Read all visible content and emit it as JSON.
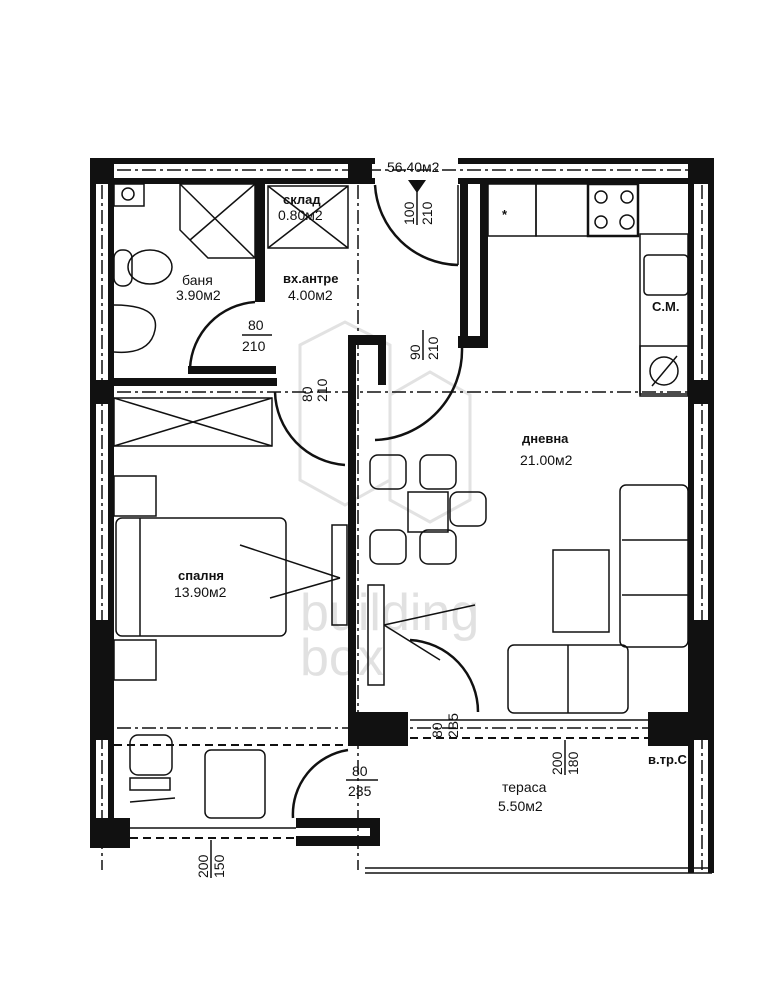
{
  "plan": {
    "total_area": "56.40м2",
    "rooms": {
      "storage": {
        "name": "склад",
        "area": "0.80м2"
      },
      "bathroom": {
        "name": "баня",
        "area": "3.90м2"
      },
      "entrance": {
        "name": "вх.антре",
        "area": "4.00м2"
      },
      "living": {
        "name": "дневна",
        "area": "21.00м2"
      },
      "bedroom": {
        "name": "спалня",
        "area": "13.90м2"
      },
      "terrace": {
        "name": "тераса",
        "area": "5.50м2"
      }
    },
    "doors": {
      "entry": {
        "w": "100",
        "h": "210"
      },
      "bathroom": {
        "w": "80",
        "h": "210"
      },
      "living": {
        "w": "90",
        "h": "210"
      },
      "bedroom": {
        "w": "80",
        "h": "210"
      },
      "terrace_living": {
        "w": "80",
        "h": "2В5"
      },
      "terrace_bedroom": {
        "w": "80",
        "h": "235"
      }
    },
    "windows": {
      "living": {
        "w": "200",
        "h": "180"
      },
      "bedroom": {
        "w": "200",
        "h": "150"
      }
    },
    "shaft_label": "в.тр.С",
    "appliance_label": "С.М.",
    "fridge_symbol": "*"
  },
  "watermark": {
    "line1": "building",
    "line2": "box"
  }
}
